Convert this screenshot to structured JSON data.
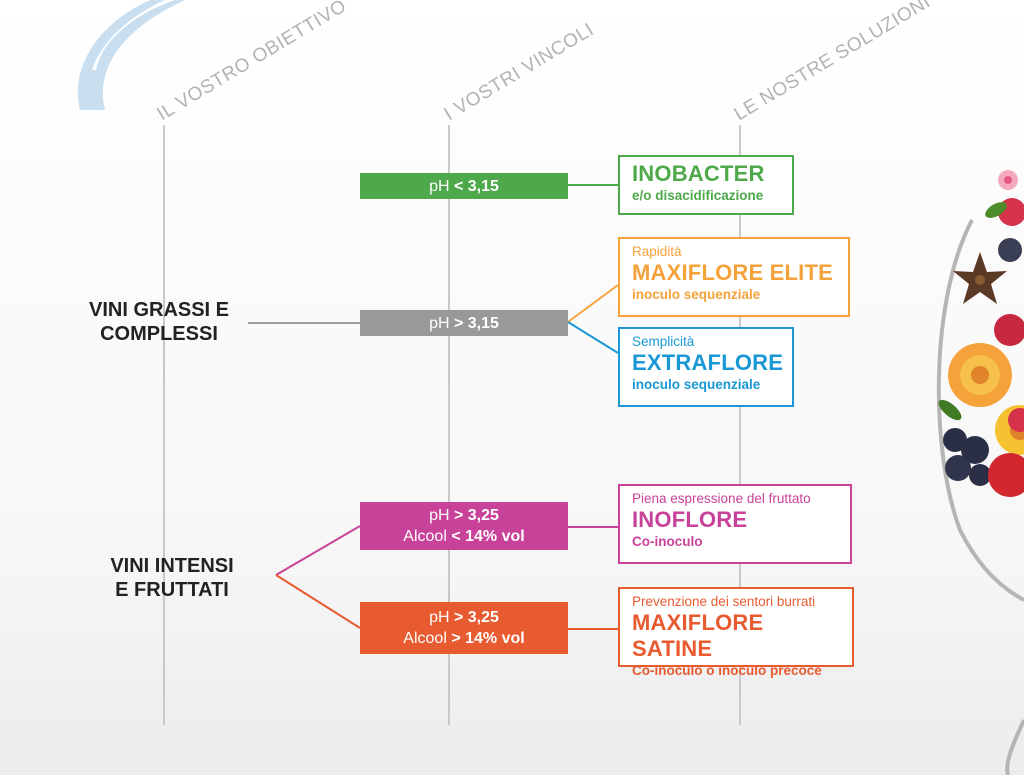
{
  "headers": {
    "objective": "IL VOSTRO OBIETTIVO",
    "constraints": "I VOSTRI VINCOLI",
    "solutions": "LE NOSTRE SOLUZIONI"
  },
  "goals": {
    "goal1": {
      "line1": "VINI GRASSI E",
      "line2": "COMPLESSI"
    },
    "goal2": {
      "line1": "VINI INTENSI",
      "line2": "E FRUTTATI"
    }
  },
  "constraints": {
    "c1": {
      "label": "pH",
      "value": "< 3,15",
      "color": "#4ea94a"
    },
    "c2": {
      "label": "pH",
      "value": "> 3,15",
      "color": "#999999"
    },
    "c3": {
      "label": "pH",
      "value": "> 3,25",
      "label2": "Alcool",
      "value2": "< 14% vol",
      "color": "#c8429a"
    },
    "c4": {
      "label": "pH",
      "value": "> 3,25",
      "label2": "Alcool",
      "value2": "> 14% vol",
      "color": "#e85a2f"
    }
  },
  "solutions": {
    "s1": {
      "pre": "",
      "name": "INOBACTER",
      "post": "e/o disacidificazione",
      "color": "#4ea94a"
    },
    "s2": {
      "pre": "Rapidità",
      "name": "MAXIFLORE ELITE",
      "post": "inoculo sequenziale",
      "color": "#f5a23a"
    },
    "s3": {
      "pre": "Semplicità",
      "name": "EXTRAFLORE",
      "post": "inoculo sequenziale",
      "color": "#1a98d5"
    },
    "s4": {
      "pre": "Piena espressione del fruttato",
      "name": "INOFLORE",
      "post": "Co-inoculo",
      "color": "#c8429a"
    },
    "s5": {
      "pre": "Prevenzione dei sentori burrati",
      "name": "MAXIFLORE SATINE",
      "post": "Co-inoculo o inoculo precoce",
      "color": "#e85a2f"
    }
  }
}
